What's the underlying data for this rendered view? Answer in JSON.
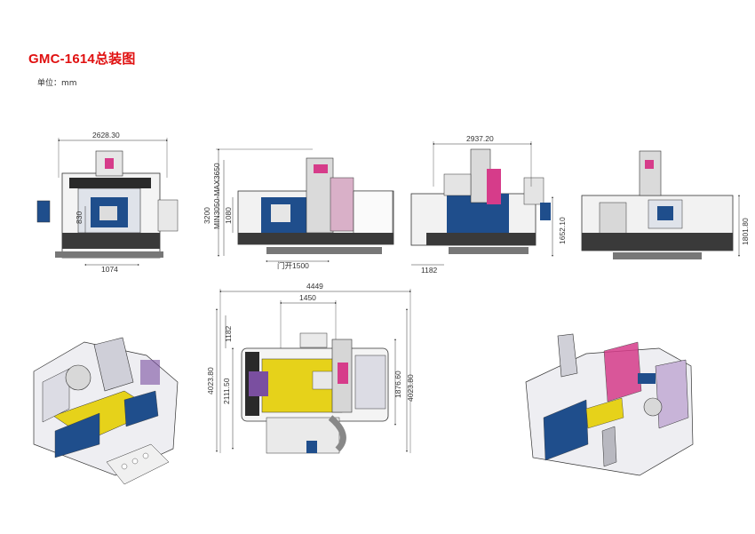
{
  "title": "GMC-1614总装图",
  "unit_label": "单位：mm",
  "dimensions": {
    "front_width": "2628.30",
    "front_inner": "1074",
    "front_height_small": "830",
    "side_height_total": "3200",
    "side_z_travel": "MIN3050-MAX3650",
    "side_height_table": "1080",
    "side_door_open": "门开1500",
    "rear_width": "2937.20",
    "rear_offset": "1182",
    "rear_height": "1652.10",
    "right_height": "1801.80",
    "top_width": "4449",
    "top_inner": "1450",
    "top_left_small": "1182",
    "top_left_total": "4023.80",
    "top_left_mid": "2111.50",
    "top_right_mid": "1876.60",
    "top_right_total": "4023.80"
  },
  "colors": {
    "accent_red": "#e01010",
    "machine_blue": "#1f4e8c",
    "machine_yellow": "#e6d21a",
    "machine_purple": "#7a4fa0",
    "machine_pink": "#d63c8a",
    "machine_gray": "#b8b8c0"
  }
}
